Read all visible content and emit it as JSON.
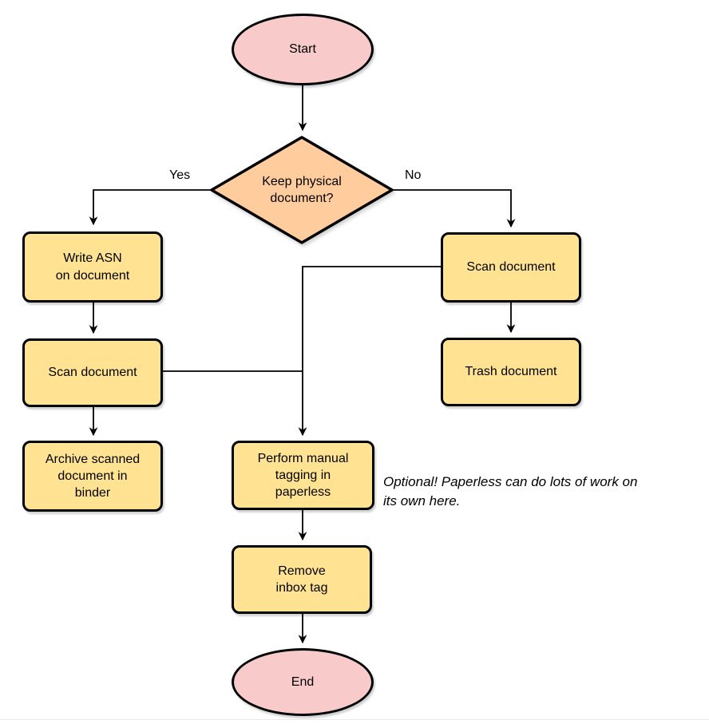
{
  "diagram": {
    "nodes": {
      "start": {
        "label": "Start",
        "type": "terminator"
      },
      "decision": {
        "label": "Keep physical\ndocument?",
        "type": "decision"
      },
      "write_asn": {
        "label": "Write ASN\non document",
        "type": "process"
      },
      "scan_left": {
        "label": "Scan document",
        "type": "process"
      },
      "archive": {
        "label": "Archive scanned\ndocument in\nbinder",
        "type": "process"
      },
      "scan_right": {
        "label": "Scan document",
        "type": "process"
      },
      "trash": {
        "label": "Trash document",
        "type": "process"
      },
      "tagging": {
        "label": "Perform manual\ntagging in\npaperless",
        "type": "process"
      },
      "remove_inbox": {
        "label": "Remove\ninbox tag",
        "type": "process"
      },
      "end": {
        "label": "End",
        "type": "terminator"
      }
    },
    "edge_labels": {
      "yes": "Yes",
      "no": "No"
    },
    "note": "Optional! Paperless can do lots of work on\nits own here."
  },
  "colors": {
    "terminator-fill": "#F8CACA",
    "decision-fill": "#FFCC9E",
    "process-fill": "#FFE392",
    "stroke": "#000000",
    "note-text": "#000000"
  }
}
